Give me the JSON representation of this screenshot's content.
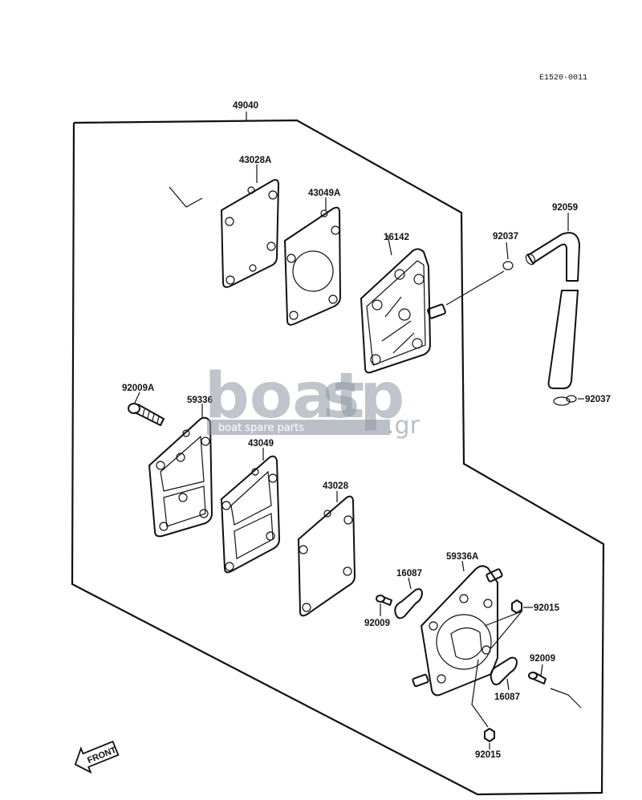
{
  "diagram_code": "E1520-0011",
  "labels": {
    "assembly": "49040",
    "gasket_43028A": "43028A",
    "diaphragm_43049A": "43049A",
    "cover_16142": "16142",
    "clip_92037_top": "92037",
    "hose_92059": "92059",
    "clip_92037_bottom": "92037",
    "bolt_92009A": "92009A",
    "body_59336": "59336",
    "diaphragm_43049": "43049",
    "gasket_43028": "43028",
    "body_59336A": "59336A",
    "valve_16087_left": "16087",
    "screw_92009_left": "92009",
    "nut_92015_right": "92015",
    "screw_92009_right": "92009",
    "valve_16087_right": "16087",
    "nut_92015_bottom": "92015"
  },
  "watermark": {
    "brand_left": "boat",
    "brand_right": "sp",
    "tld": ".gr",
    "tagline": "boat spare parts"
  },
  "front_marker": "FRONT"
}
